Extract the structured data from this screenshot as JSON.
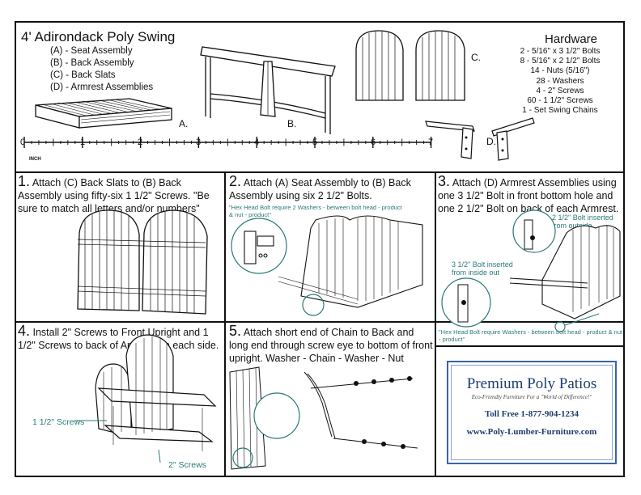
{
  "header": {
    "title": "4' Adirondack Poly Swing",
    "parts": [
      "(A) - Seat Assembly",
      "(B) - Back Assembly",
      "(C) - Back Slats",
      "(D) - Armrest Assemblies"
    ],
    "labels": {
      "a": "A.",
      "b": "B.",
      "c": "C.",
      "d": "D."
    }
  },
  "hardware": {
    "title": "Hardware",
    "items": [
      "2 - 5/16\" x 3 1/2\" Bolts",
      "8 - 5/16\" x 2 1/2\" Bolts",
      "14 - Nuts (5/16\")",
      "28 - Washers",
      "4 - 2\" Screws",
      "60 - 1 1/2\" Screws",
      "1 - Set Swing Chains"
    ]
  },
  "ruler": {
    "unit": "INCH",
    "numbers": [
      "0",
      "1",
      "2",
      "3",
      "4",
      "5",
      "6",
      "7"
    ]
  },
  "steps": {
    "s1": {
      "num": "1.",
      "text": "Attach (C) Back Slats to (B) Back Assembly using fifty-six 1 1/2\" Screws. \"Be sure to match all letters and/or numbers\""
    },
    "s2": {
      "num": "2.",
      "text": "Attach (A) Seat Assembly to (B) Back Assembly using six 2 1/2\" Bolts.",
      "note": "\"Hex Head Bolt require 2 Washers - between bolt head - product & nut - product\""
    },
    "s3": {
      "num": "3.",
      "text": "Attach (D) Armrest Assemblies using one 3 1/2\" Bolt in front bottom hole and one 2 1/2\" Bolt on back of each Armrest.",
      "callout_a": "2 1/2\" Bolt inserted from outside",
      "callout_b": "3 1/2\" Bolt inserted from inside out",
      "note": "\"Hex Head Bolt require Washers - between bolt head - product & nut - product\""
    },
    "s4": {
      "num": "4.",
      "text": "Install 2\" Screws to Front Upright and 1 1/2\" Screws to back of Armrest on each side.",
      "callout_a": "1 1/2\" Screws",
      "callout_b": "2\" Screws"
    },
    "s5": {
      "num": "5.",
      "text": "Attach short end of Chain to Back and long end through screw eye to bottom of front upright. Washer - Chain - Washer - Nut"
    }
  },
  "logo": {
    "brand": "Premium Poly Patios",
    "tagline": "Eco-Friendly Furniture For a \"World of Difference!\"",
    "phone": "Toll Free 1-877-904-1234",
    "website": "www.Poly-Lumber-Furniture.com"
  },
  "colors": {
    "line": "#111111",
    "callout": "#2a7a78",
    "brand": "#1d3c6e",
    "logo_border": "#3a63a8"
  }
}
